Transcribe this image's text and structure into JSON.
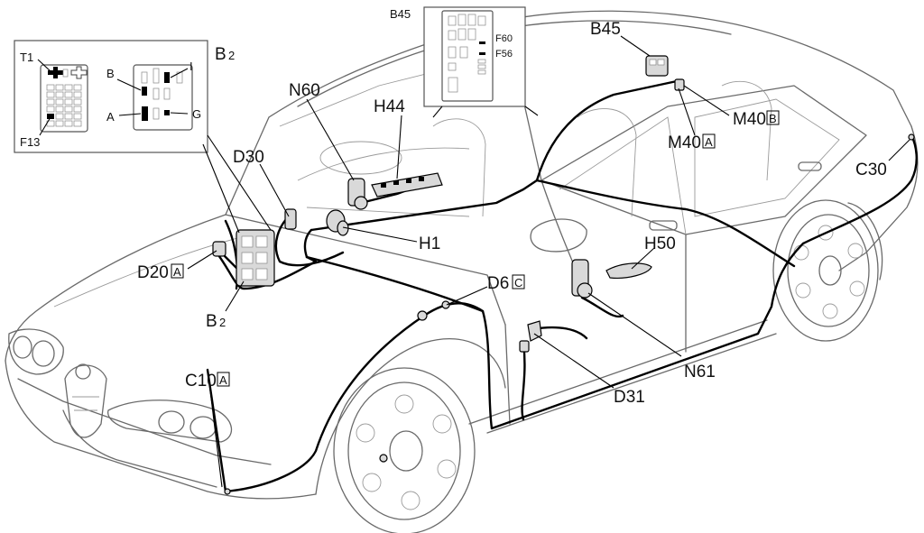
{
  "callouts": {
    "T1": "T1",
    "B_top": "B",
    "I": "I",
    "A": "A",
    "G": "G",
    "F13": "F13",
    "B2_inset": "B",
    "B2_inset_num": "2",
    "B45_inset": "B45",
    "F60": "F60",
    "F56": "F56",
    "B45": "B45",
    "N60": "N60",
    "H44": "H44",
    "D30": "D30",
    "M40B": "M40",
    "M40B_box": "B",
    "M40A": "M40",
    "M40A_box": "A",
    "C30": "C30",
    "H1": "H1",
    "D20A": "D20",
    "D20A_box": "A",
    "H50": "H50",
    "D6C": "D6",
    "D6C_box": "C",
    "B2_bottom": "B",
    "B2_bottom_num": "2",
    "N61": "N61",
    "C10A": "C10",
    "C10A_box": "A",
    "D31": "D31"
  }
}
